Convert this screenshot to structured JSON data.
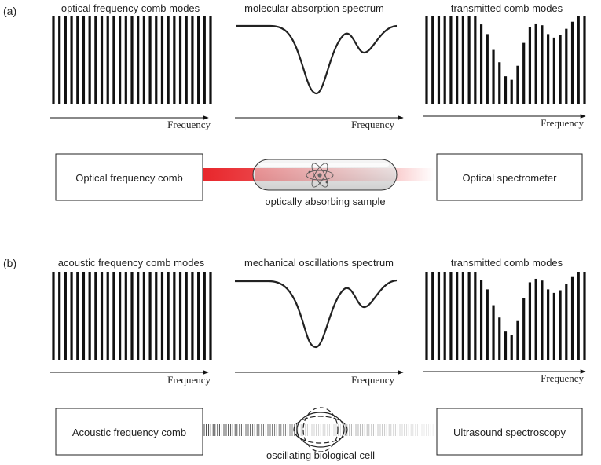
{
  "figure": {
    "panels": [
      {
        "letter": "(a)",
        "comb_title": "optical frequency comb modes",
        "spectrum_title": "molecular absorption spectrum",
        "transmitted_title": "transmitted comb modes",
        "axis_label": "Frequency",
        "source_box": "Optical frequency comb",
        "detector_box": "Optical spectrometer",
        "sample_label": "optically absorbing sample",
        "beam_style": "laser",
        "sample_icon": "atom-icon",
        "comb_heights": [
          1,
          1,
          1,
          1,
          1,
          1,
          1,
          1,
          1,
          1,
          1,
          1,
          1,
          1,
          1,
          1,
          1,
          1,
          1,
          1,
          1,
          1,
          1,
          1,
          1,
          1,
          1
        ],
        "transmitted_heights": [
          1,
          1,
          1,
          1,
          1,
          1,
          1,
          1,
          1,
          0.91,
          0.8,
          0.62,
          0.48,
          0.32,
          0.28,
          0.44,
          0.7,
          0.88,
          0.92,
          0.9,
          0.8,
          0.76,
          0.79,
          0.86,
          0.94,
          1,
          1
        ]
      },
      {
        "letter": "(b)",
        "comb_title": "acoustic frequency comb modes",
        "spectrum_title": "mechanical oscillations spectrum",
        "transmitted_title": "transmitted comb modes",
        "axis_label": "Frequency",
        "source_box": "Acoustic frequency comb",
        "detector_box": "Ultrasound spectroscopy",
        "sample_label": "oscillating biological cell",
        "beam_style": "acoustic",
        "sample_icon": "cell-icon",
        "comb_heights": [
          1,
          1,
          1,
          1,
          1,
          1,
          1,
          1,
          1,
          1,
          1,
          1,
          1,
          1,
          1,
          1,
          1,
          1,
          1,
          1,
          1,
          1,
          1,
          1,
          1,
          1,
          1
        ],
        "transmitted_heights": [
          1,
          1,
          1,
          1,
          1,
          1,
          1,
          1,
          1,
          0.91,
          0.8,
          0.62,
          0.48,
          0.32,
          0.28,
          0.44,
          0.7,
          0.88,
          0.92,
          0.9,
          0.8,
          0.76,
          0.79,
          0.86,
          0.94,
          1,
          1
        ]
      }
    ],
    "colors": {
      "ink": "#111111",
      "laser": "#e8262b",
      "sample_fill": "#e6e6e6"
    }
  }
}
